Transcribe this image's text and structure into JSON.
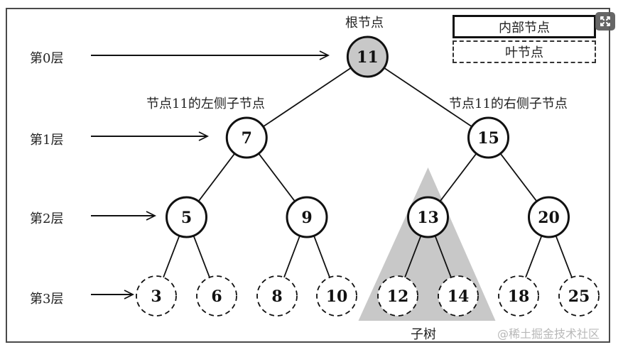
{
  "legend": {
    "internal_node_label": "内部节点",
    "leaf_node_label": "叶节点"
  },
  "annotations": {
    "root_label": "根节点",
    "left_child_label": "节点11的左侧子节点",
    "right_child_label": "节点11的右侧子节点",
    "subtree_label": "子树"
  },
  "levels": [
    {
      "label": "第0层"
    },
    {
      "label": "第1层"
    },
    {
      "label": "第2层"
    },
    {
      "label": "第3层"
    }
  ],
  "tree": {
    "nodes": [
      {
        "id": "n11",
        "value": "11",
        "level": 0,
        "type": "root"
      },
      {
        "id": "n7",
        "value": "7",
        "level": 1,
        "type": "internal",
        "parent": "n11"
      },
      {
        "id": "n15",
        "value": "15",
        "level": 1,
        "type": "internal",
        "parent": "n11"
      },
      {
        "id": "n5",
        "value": "5",
        "level": 2,
        "type": "internal",
        "parent": "n7"
      },
      {
        "id": "n9",
        "value": "9",
        "level": 2,
        "type": "internal",
        "parent": "n7"
      },
      {
        "id": "n13",
        "value": "13",
        "level": 2,
        "type": "internal",
        "parent": "n15"
      },
      {
        "id": "n20",
        "value": "20",
        "level": 2,
        "type": "internal",
        "parent": "n15"
      },
      {
        "id": "n3",
        "value": "3",
        "level": 3,
        "type": "leaf",
        "parent": "n5"
      },
      {
        "id": "n6",
        "value": "6",
        "level": 3,
        "type": "leaf",
        "parent": "n5"
      },
      {
        "id": "n8",
        "value": "8",
        "level": 3,
        "type": "leaf",
        "parent": "n9"
      },
      {
        "id": "n10",
        "value": "10",
        "level": 3,
        "type": "leaf",
        "parent": "n9"
      },
      {
        "id": "n12",
        "value": "12",
        "level": 3,
        "type": "leaf",
        "parent": "n13"
      },
      {
        "id": "n14",
        "value": "14",
        "level": 3,
        "type": "leaf",
        "parent": "n13"
      },
      {
        "id": "n18",
        "value": "18",
        "level": 3,
        "type": "leaf",
        "parent": "n20"
      },
      {
        "id": "n25",
        "value": "25",
        "level": 3,
        "type": "leaf",
        "parent": "n20"
      }
    ],
    "highlighted_subtree_root": "n13"
  },
  "colors": {
    "root_fill": "#c8c8c8",
    "subtree_fill": "#c8c8c8",
    "stroke": "#111111"
  },
  "watermark": "@稀土掘金技术社区",
  "expand_icon": "expand-icon"
}
